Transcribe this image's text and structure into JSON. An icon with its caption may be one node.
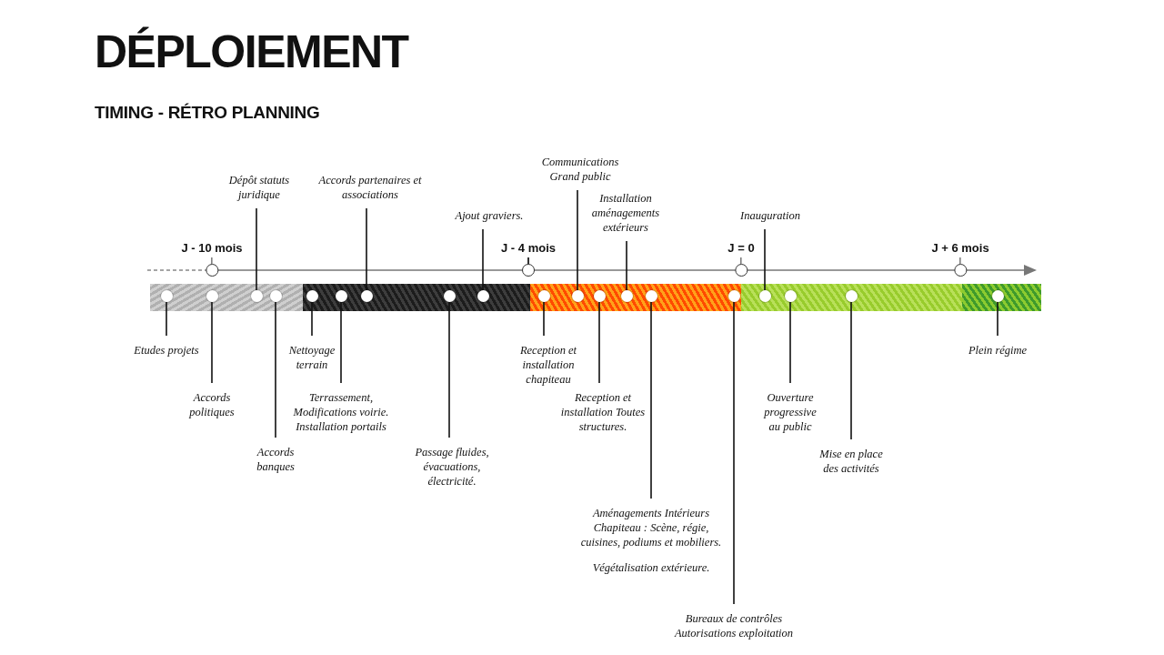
{
  "diagram": {
    "title": "DÉPLOIEMENT",
    "nodes": [
      {
        "text": [
          "J - 10 mois"
        ]
      },
      {
        "text": [
          "J - 4 mois"
        ]
      },
      {
        "text": [
          "J = 0"
        ]
      },
      {
        "text": [
          "J + 6 mois"
        ]
      },
      {
        "text": [
          "Etudes projets"
        ]
      },
      {
        "text": [
          "Accords politiques"
        ]
      },
      {
        "text": [
          "Dépôt statuts juridique"
        ]
      },
      {
        "text": [
          "Accords banques"
        ]
      },
      {
        "text": [
          "Nettoyage terrain"
        ]
      },
      {
        "text": [
          "Terrassement, Modifications voirie. Installation portails"
        ]
      },
      {
        "text": [
          "Accords partenaires et associations"
        ]
      },
      {
        "text": [
          "Passage fluides, évacuations, électricité."
        ]
      },
      {
        "text": [
          "Ajout graviers."
        ]
      },
      {
        "text": [
          "Reception et installation chapiteau"
        ]
      },
      {
        "text": [
          "Communications Grand public"
        ]
      },
      {
        "text": [
          "Reception et installation Toutes structures."
        ]
      },
      {
        "text": [
          "Installation aménagements extérieurs"
        ]
      },
      {
        "text": [
          "Aménagements Intérieurs Chapiteau : Scène, régie, cuisines, podiums et mobiliers.",
          "Végétalisation extérieure."
        ]
      },
      {
        "text": [
          "Bureaux de contrôles Autorisations exploitation"
        ]
      },
      {
        "text": [
          "Inauguration"
        ]
      },
      {
        "text": [
          "Ouverture progressive au public"
        ]
      },
      {
        "text": [
          "Mise en place des activités"
        ]
      },
      {
        "text": [
          "Plein régime"
        ]
      },
      {
        "text": [],
        "shape": "circle"
      },
      {
        "text": [],
        "shape": "circle"
      },
      {
        "text": [],
        "shape": "circle"
      },
      {
        "text": [],
        "shape": "circle"
      },
      {
        "text": [],
        "shape": "circle"
      },
      {
        "text": [],
        "shape": "circle"
      },
      {
        "text": [],
        "shape": "circle"
      },
      {
        "text": [],
        "shape": "circle"
      },
      {
        "text": [],
        "shape": "circle"
      },
      {
        "text": [],
        "shape": "circle"
      },
      {
        "text": [],
        "shape": "circle"
      },
      {
        "text": [],
        "shape": "circle"
      },
      {
        "text": [],
        "shape": "circle"
      },
      {
        "text": [],
        "shape": "circle"
      },
      {
        "text": [],
        "shape": "circle"
      },
      {
        "text": [],
        "shape": "circle"
      },
      {
        "text": [],
        "shape": "circle"
      },
      {
        "text": [],
        "shape": "circle"
      },
      {
        "text": [],
        "shape": "circle"
      }
    ],
    "edges": [
      {
        "from": 4,
        "to": 23,
        "arrow": "none"
      },
      {
        "from": 5,
        "to": 24,
        "arrow": "none"
      },
      {
        "from": 6,
        "to": 25,
        "arrow": "none"
      },
      {
        "from": 7,
        "to": 26,
        "arrow": "none"
      },
      {
        "from": 8,
        "to": 27,
        "arrow": "none"
      },
      {
        "from": 9,
        "to": 28,
        "arrow": "none"
      },
      {
        "from": 10,
        "to": 29,
        "arrow": "none"
      },
      {
        "from": 11,
        "to": 30,
        "arrow": "none"
      },
      {
        "from": 12,
        "to": 31,
        "arrow": "none"
      },
      {
        "from": 13,
        "to": 32,
        "arrow": "none"
      },
      {
        "from": 14,
        "to": 33,
        "arrow": "none"
      },
      {
        "from": 15,
        "to": 34,
        "arrow": "none"
      },
      {
        "from": 16,
        "to": 35,
        "arrow": "none"
      },
      {
        "from": 17,
        "to": 36,
        "arrow": "none"
      },
      {
        "from": 18,
        "to": 37,
        "arrow": "none"
      },
      {
        "from": 19,
        "to": 38,
        "arrow": "none"
      },
      {
        "from": 20,
        "to": 39,
        "arrow": "none"
      },
      {
        "from": 21,
        "to": 40,
        "arrow": "none"
      },
      {
        "from": 22,
        "to": 41,
        "arrow": "none"
      }
    ],
    "labels": [
      "TIMING - RÉTRO PLANNING"
    ]
  }
}
